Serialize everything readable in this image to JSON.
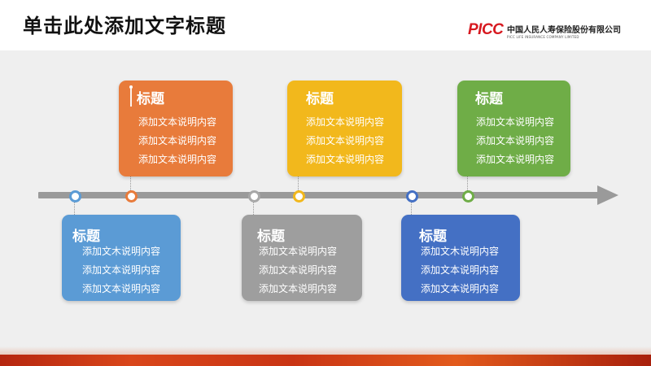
{
  "slide": {
    "title": "单击此处添加文字标题"
  },
  "logo": {
    "mark": "PICC",
    "name_cn": "中国人民人寿保险股份有限公司",
    "name_en": "PICC LIFE INSURANCE COMPANY LIMITED"
  },
  "colors": {
    "orange": "#e87b3b",
    "yellow": "#f2b81c",
    "green": "#6fad47",
    "blue_light": "#5b9bd5",
    "gray": "#9e9e9e",
    "blue_dark": "#4470c4",
    "axis": "#9a9a9a"
  },
  "cards": {
    "top": [
      {
        "title": "标题",
        "lines": [
          "添加文本说明内容",
          "添加文本说明内容",
          "添加文本说明内容"
        ],
        "color": "orange"
      },
      {
        "title": "标题",
        "lines": [
          "添加文本说明内容",
          "添加文本说明内容",
          "添加文本说明内容"
        ],
        "color": "yellow"
      },
      {
        "title": "标题",
        "lines": [
          "添加文本说明内容",
          "添加文本说明内容",
          "添加文本说明内容"
        ],
        "color": "green"
      }
    ],
    "bottom": [
      {
        "title": "标题",
        "lines": [
          "添加文木说明内容",
          "添加文本说明内容",
          "添加文本说明内容"
        ],
        "color": "blue_light"
      },
      {
        "title": "标题",
        "lines": [
          "添加文本说明内容",
          "添加文本说明内容",
          "添加文本说明内容"
        ],
        "color": "gray"
      },
      {
        "title": "标题",
        "lines": [
          "添加文木说明内容",
          "添加文本说明内容",
          "添加文本说明内容"
        ],
        "color": "blue_dark"
      }
    ]
  }
}
